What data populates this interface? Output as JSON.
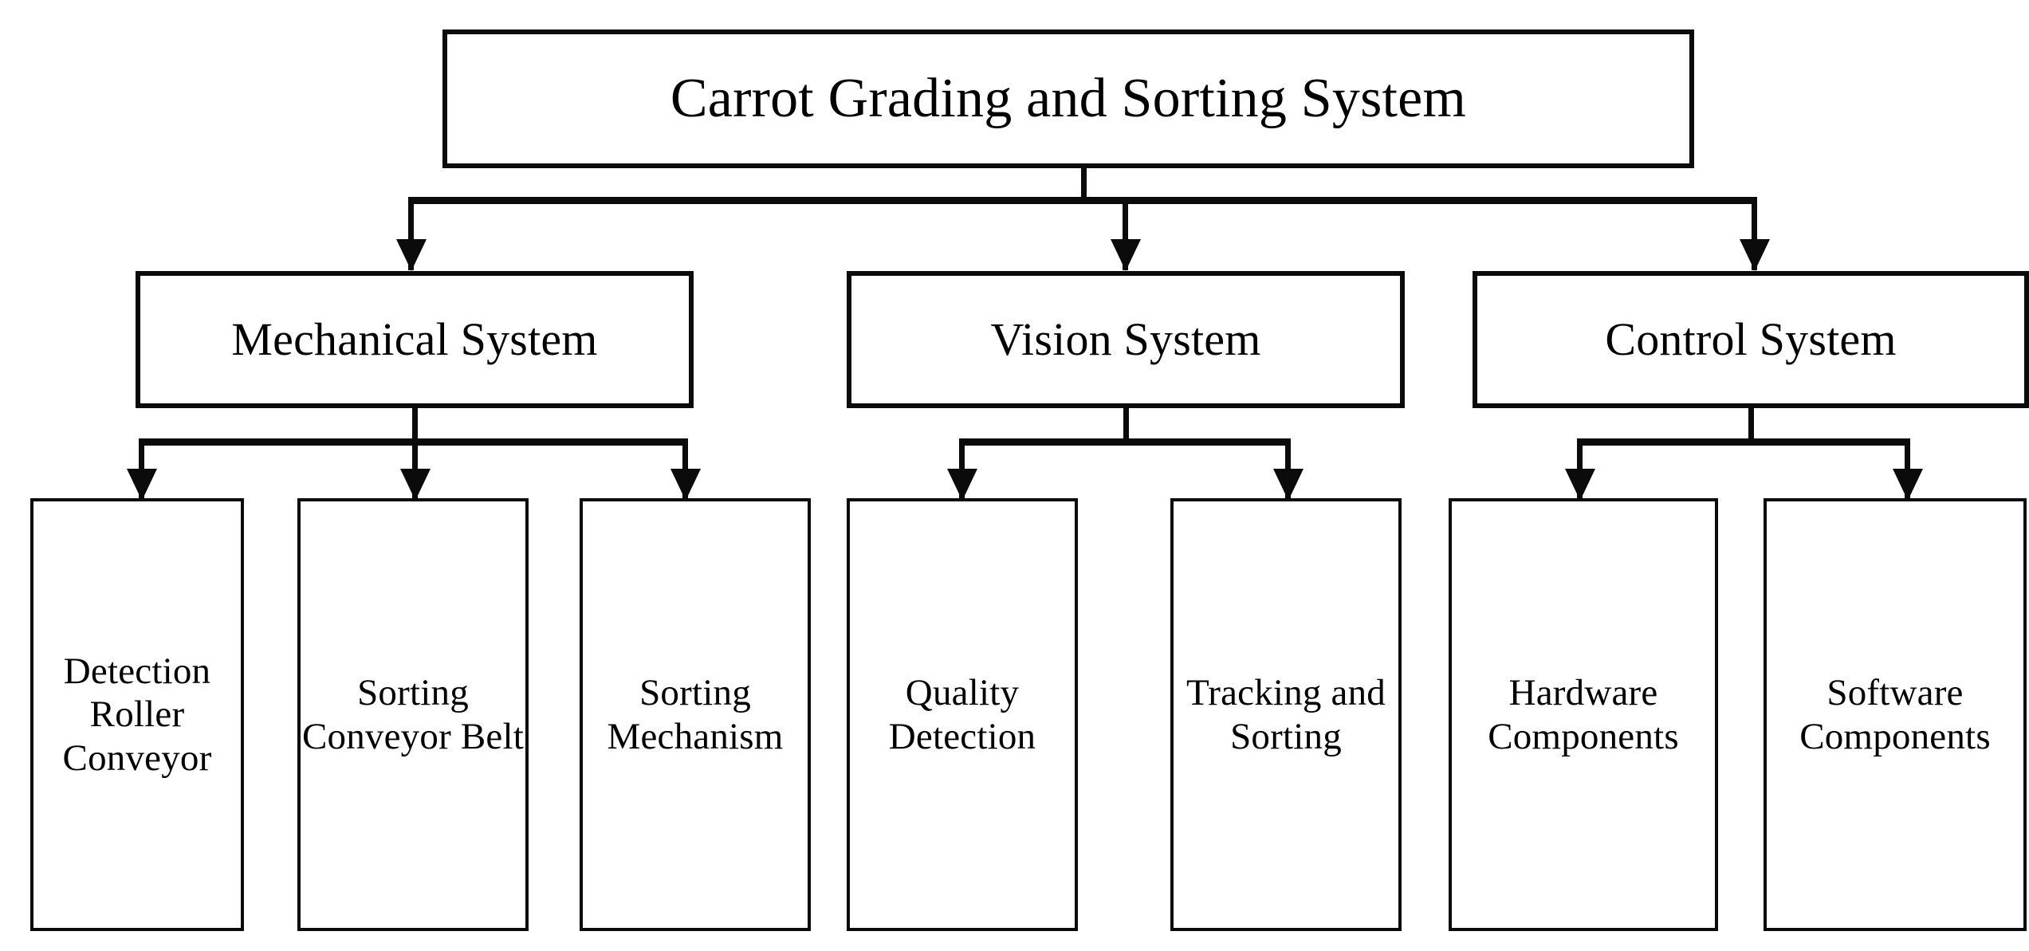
{
  "diagram": {
    "type": "hierarchy-tree",
    "orientation": "top-down",
    "root": {
      "id": "root",
      "label": "Carrot Grading and Sorting System"
    },
    "levels": [
      {
        "level": 1,
        "nodes": [
          {
            "id": "mechanical",
            "label": "Mechanical System"
          },
          {
            "id": "vision",
            "label": "Vision System"
          },
          {
            "id": "control",
            "label": "Control System"
          }
        ]
      },
      {
        "level": 2,
        "nodes": [
          {
            "id": "detection-roller-conveyor",
            "parent": "mechanical",
            "label": "Detection Roller Conveyor"
          },
          {
            "id": "sorting-conveyor-belt",
            "parent": "mechanical",
            "label": "Sorting Conveyor Belt"
          },
          {
            "id": "sorting-mechanism",
            "parent": "mechanical",
            "label": "Sorting Mechanism"
          },
          {
            "id": "quality-detection",
            "parent": "vision",
            "label": "Quality Detection"
          },
          {
            "id": "tracking-and-sorting",
            "parent": "vision",
            "label": "Tracking and Sorting"
          },
          {
            "id": "hardware-components",
            "parent": "control",
            "label": "Hardware Components"
          },
          {
            "id": "software-components",
            "parent": "control",
            "label": "Software Components"
          }
        ]
      }
    ],
    "style": {
      "line_color": "#0b0b0b",
      "box_fill": "#ffffff",
      "box_border": "#0b0b0b",
      "text_color": "#000000",
      "background": "#ffffff",
      "connector": "elbow-with-arrowhead"
    }
  }
}
